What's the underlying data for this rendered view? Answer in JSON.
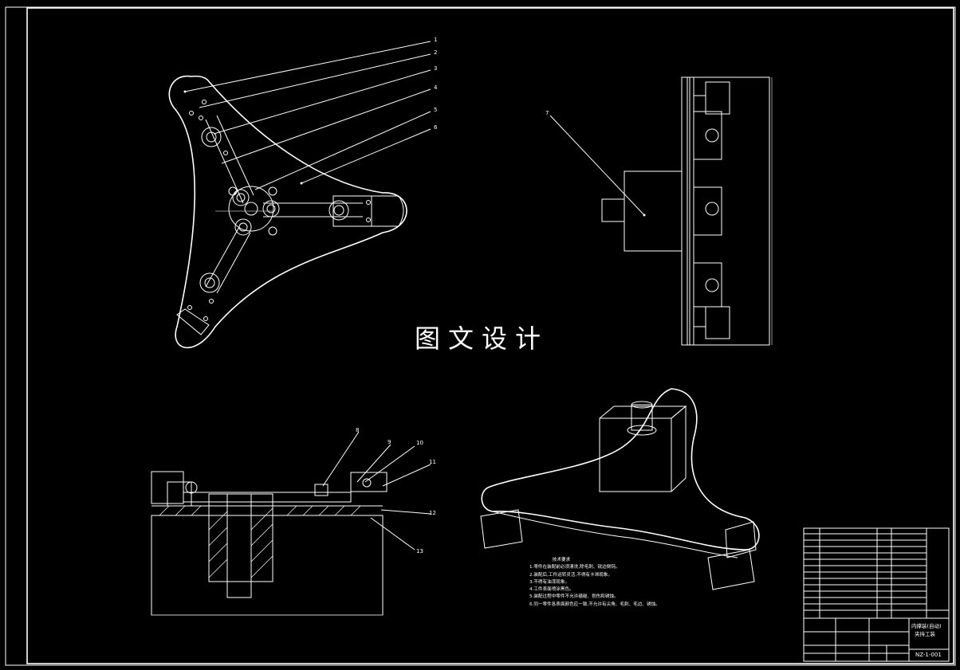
{
  "watermark": "图文设计",
  "callouts": [
    "1",
    "2",
    "3",
    "4",
    "5",
    "6",
    "7",
    "8",
    "9",
    "10",
    "11",
    "12",
    "13"
  ],
  "technical_requirements": {
    "title": "技术要求",
    "items": [
      "1.零件在装配前必须清洗,除毛刺、锐边倒钝。",
      "2.装配后,工件运转灵活,不得有卡滞现象。",
      "3.不得有油漆现象。",
      "4.工件表面喷涂黑色。",
      "5.装配过程中零件不允许磕碰、划伤和锈蚀。",
      "6.同一零件各表面颜色应一致,不允许有尖角、毛刺、毛边、锈蚀。"
    ]
  },
  "title_block": {
    "product_name_line1": "内撑装(自动)",
    "product_name_line2": "夹持工装",
    "drawing_number": "NZ-1-001"
  }
}
